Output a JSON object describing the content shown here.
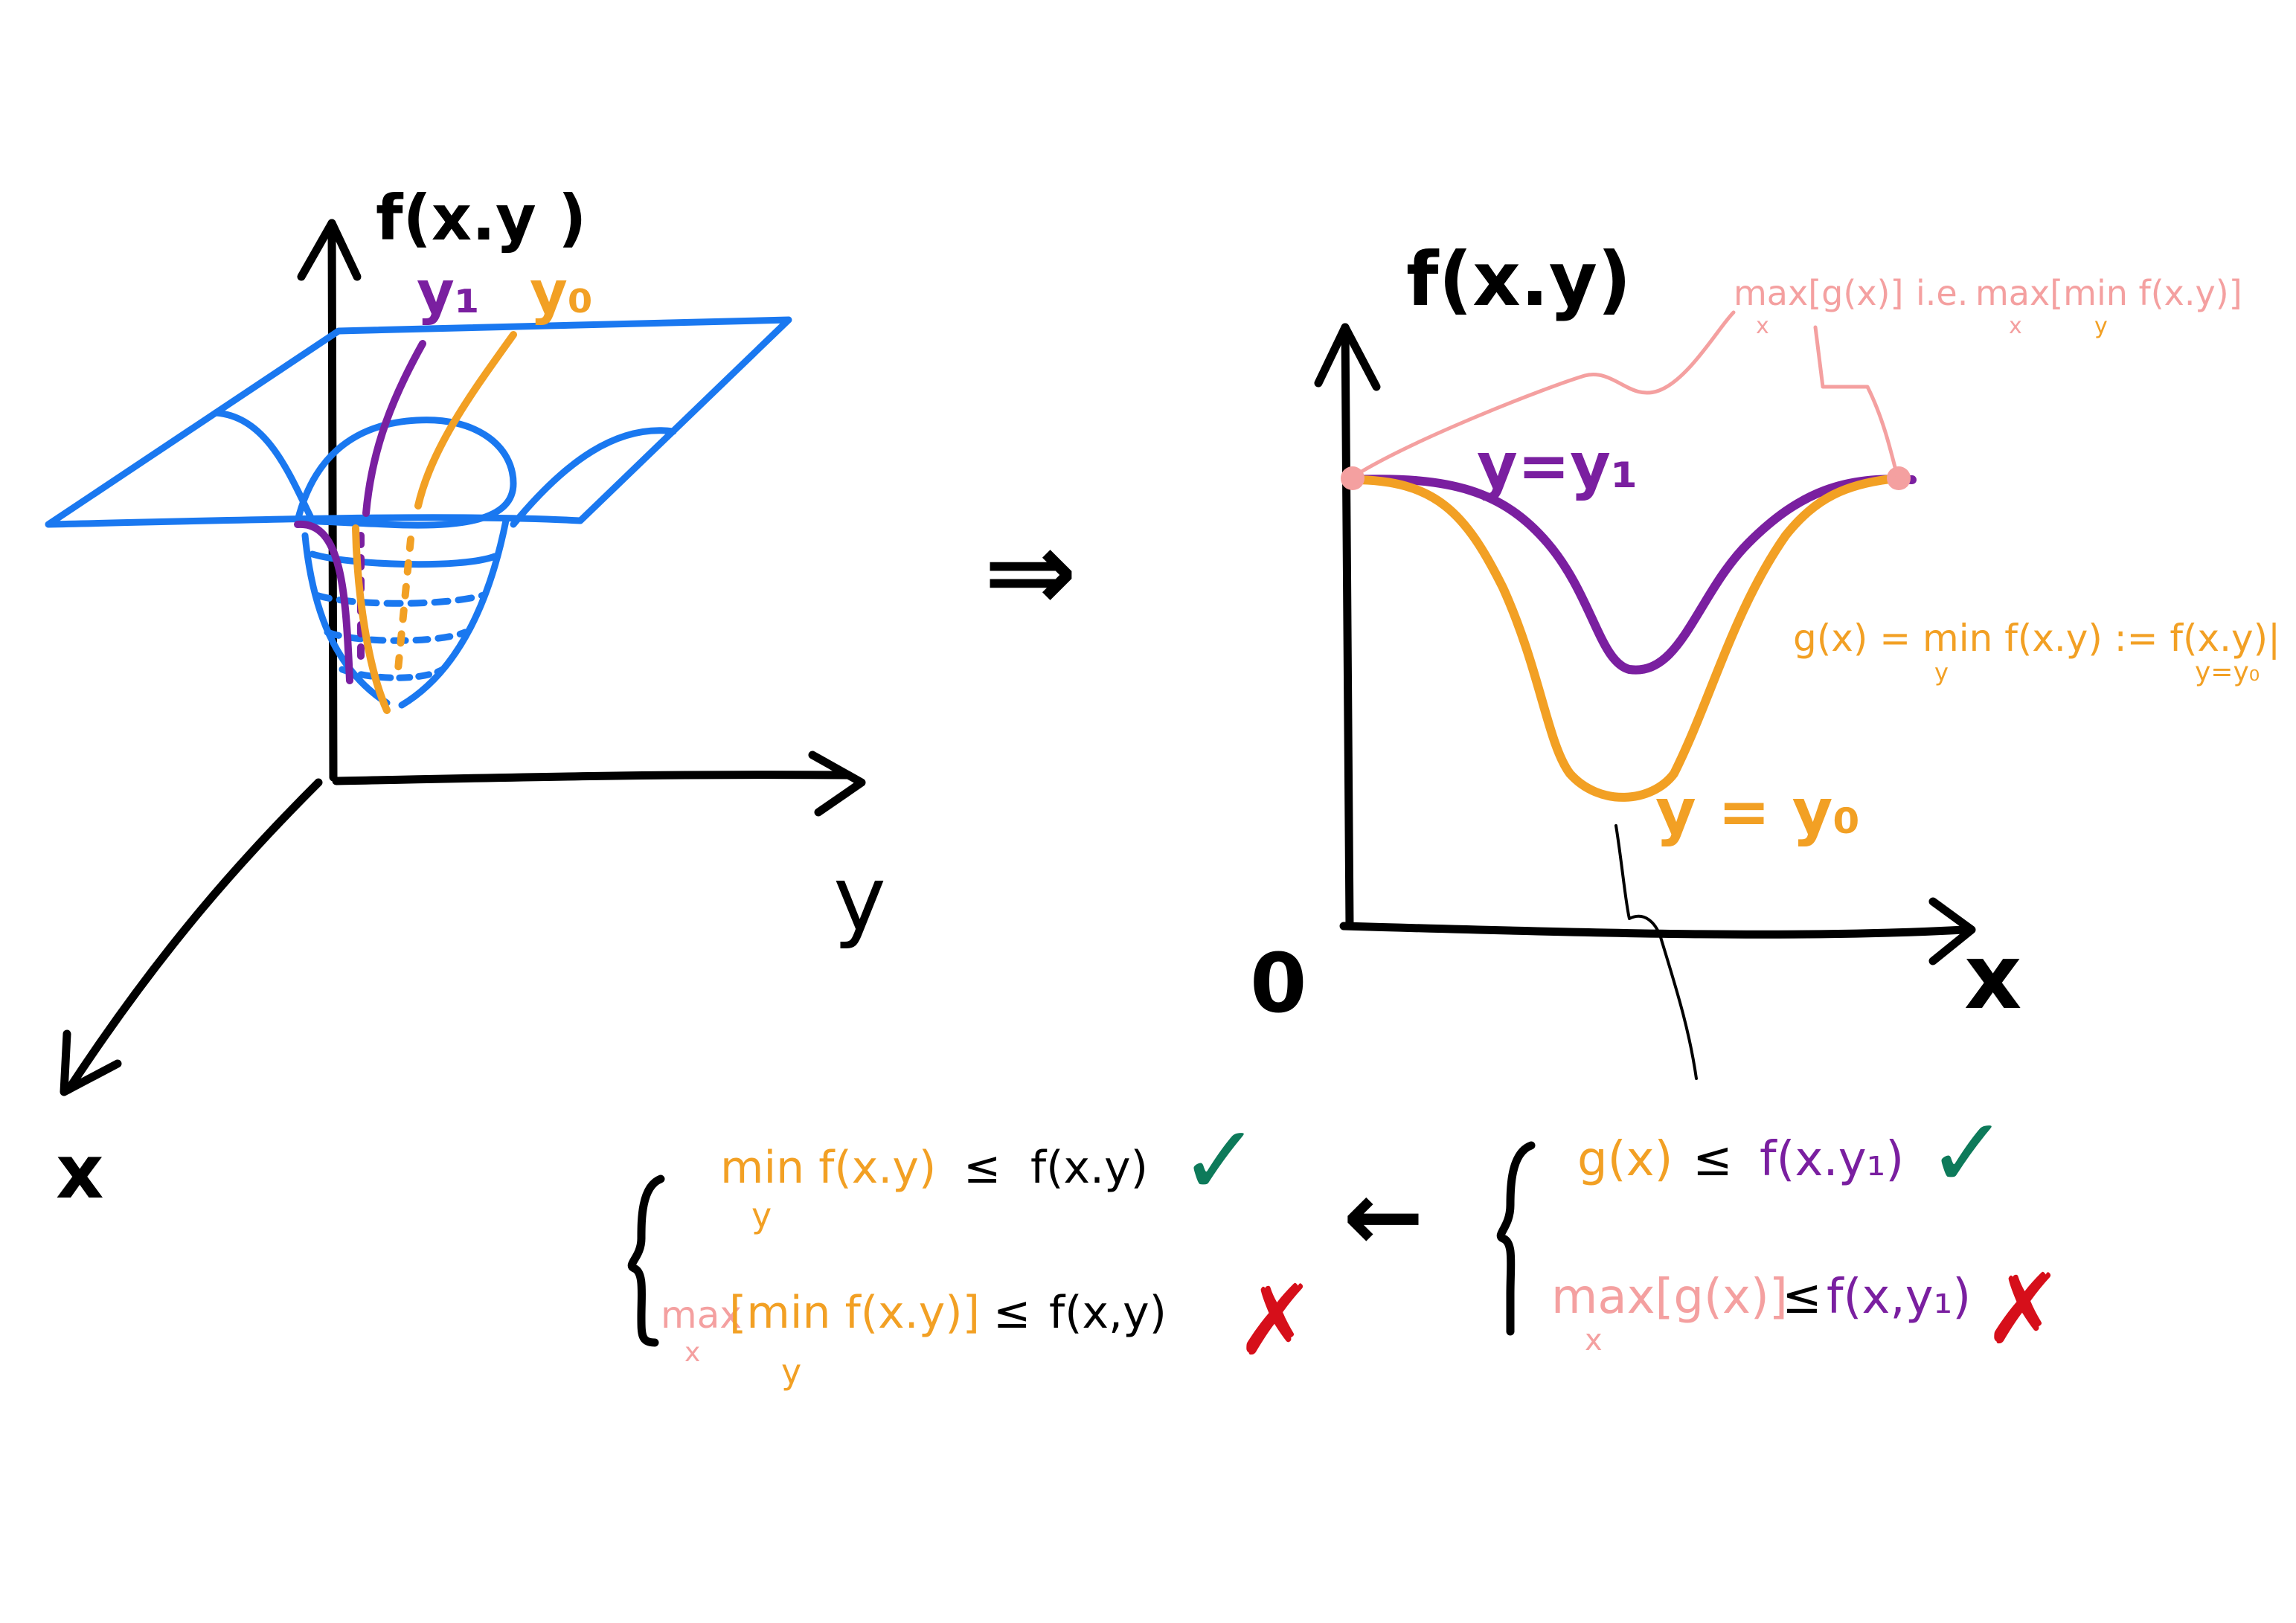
{
  "colors": {
    "black": "#000000",
    "blue": "#1a78f0",
    "purple": "#7a1fa0",
    "orange": "#f2a024",
    "pink": "#f4a0a0",
    "green": "#0d7a5a",
    "red": "#d60f1a"
  },
  "left_plot": {
    "z_axis_label": "f(x.y )",
    "y_axis_label": "y",
    "x_axis_label": "x",
    "slice_y1_label": "y₁",
    "slice_y0_label": "y₀"
  },
  "implies_symbol": "⇒",
  "right_plot": {
    "y_axis_label": "f(x.y)",
    "x_axis_label": "x",
    "origin_label": "0",
    "curve_y1_label": "y=y₁",
    "curve_y0_label": "y = y₀",
    "annotation_max_g": "max[g(x)]",
    "annotation_max_g_sub": "x",
    "annotation_ie": "i.e.",
    "annotation_maxmin": "max[min f(x.y)]",
    "annotation_maxmin_sub_x": "x",
    "annotation_maxmin_sub_y": "y",
    "g_def": "g(x) = min f(x.y) := f(x.y)|",
    "g_def_sub_y": "y",
    "g_def_eval": "y=y₀"
  },
  "inequalities_right": {
    "line1_lhs": "g(x)",
    "line1_rel": "≤",
    "line1_rhs": "f(x.y₁)",
    "line1_mark": "✓",
    "line2_lhs": "max[g(x)]",
    "line2_lhs_sub": "x",
    "line2_rel": "≤",
    "line2_rhs": "f(x,y₁)",
    "line2_mark": "✗"
  },
  "arrow_left_symbol": "←",
  "inequalities_left": {
    "line1_lhs": "min f(x.y)",
    "line1_lhs_sub": "y",
    "line1_rel": "≤",
    "line1_rhs": "f(x.y)",
    "line1_mark": "✓",
    "line2_lhs_max": "max",
    "line2_lhs_max_sub": "x",
    "line2_lhs_inner": "[min f(x.y)]",
    "line2_lhs_inner_sub": "y",
    "line2_rel": "≤",
    "line2_rhs": "f(x,y)",
    "line2_mark": "✗"
  }
}
